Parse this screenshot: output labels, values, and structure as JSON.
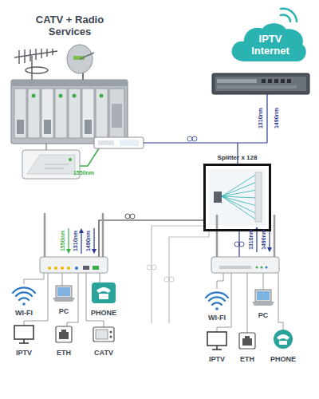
{
  "diagram": {
    "nodes": [
      {
        "text": [
          "CATV + Radio Services"
        ]
      },
      {
        "text": [
          "IPTV Internet"
        ]
      },
      {
        "text": [
          "Splitter x 128"
        ]
      }
    ],
    "labels": [
      "1550nm",
      "1310nm",
      "1490nm",
      "1550nm",
      "1310nm",
      "1490nm",
      "1310nm",
      "1490nm",
      "WI-FI",
      "PC",
      "PHONE",
      "IPTV",
      "ETH",
      "CATV",
      "WI-FI",
      "PC",
      "IPTV",
      "ETH",
      "PHONE"
    ]
  }
}
